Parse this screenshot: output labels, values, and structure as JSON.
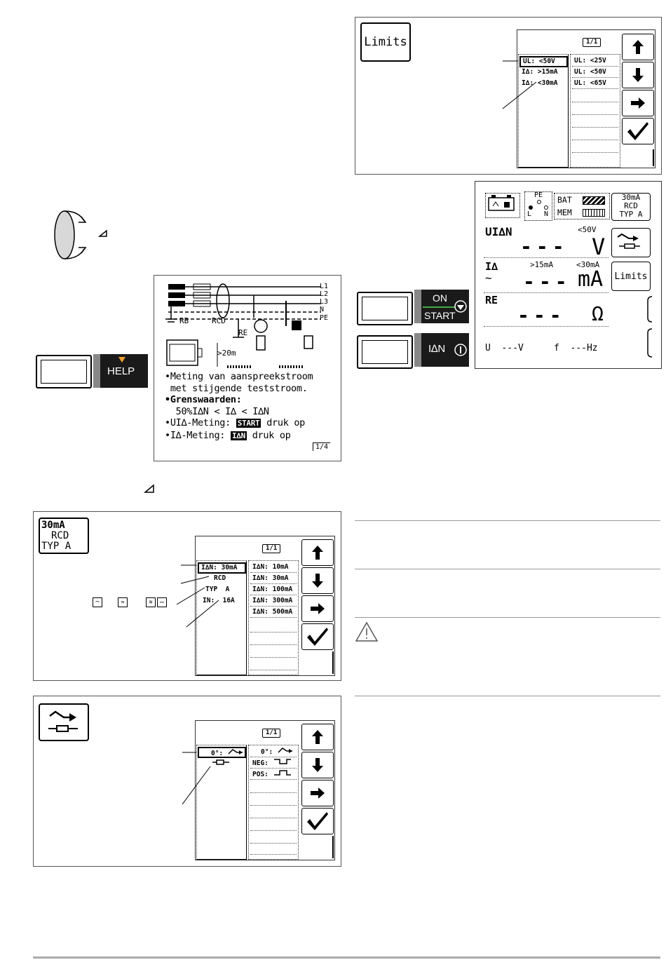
{
  "limits_panel": {
    "icon_label": "Limits",
    "page_indicator": "1/1",
    "selected_items": [
      "UL: <50V",
      "I∆: >15mA",
      "I∆: <30mA"
    ],
    "options": [
      "UL: <25V",
      "UL: <50V",
      "UL: <65V"
    ]
  },
  "measure_display": {
    "pe_label": "PE",
    "l_label": "L",
    "n_label": "N",
    "bat_label": "BAT",
    "mem_label": "MEM",
    "rcd_box": [
      "30mA",
      "RCD",
      "TYP A"
    ],
    "ui_label": "UI∆N",
    "ui_limit": "<50V",
    "ui_value": "---",
    "ui_unit": "V",
    "ia_label": "I∆",
    "ia_min": ">15mA",
    "ia_max": "<30mA",
    "ia_value": "---",
    "ia_unit": "mA",
    "limits_button": "Limits",
    "re_label": "RE",
    "re_value": "---",
    "re_unit": "Ω",
    "u_readout": "U  ---V",
    "f_readout": "f  ---Hz"
  },
  "keys": {
    "on_start_top": "ON",
    "on_start_bottom": "START",
    "ian_label": "I∆N",
    "help_label": "HELP"
  },
  "help_screen": {
    "phase_labels": [
      "L1",
      "L2",
      "L3",
      "N",
      "PE"
    ],
    "rb_label": "RB",
    "rcd_label": "RCD",
    "re_label": "RE",
    "distance_label": ">20m",
    "lines": [
      "•Meting van aanspreekstroom",
      " met stijgende teststroom.",
      "•Grenswaarden:",
      "  50%I∆N < I∆ < I∆N",
      "•UI∆-Meting:",
      "•I∆-Meting:"
    ],
    "start_chip": "START",
    "ian_chip": "I∆N",
    "press_text": "druk op",
    "page_indicator": "1/4"
  },
  "rcd_panel": {
    "icon_lines": [
      "30mA",
      "RCD",
      "TYP A"
    ],
    "page_indicator": "1/1",
    "selected_items": [
      "I∆N: 30mA",
      "RCD",
      "TYP  A",
      "IN:  16A"
    ],
    "options": [
      "I∆N: 10mA",
      "I∆N: 30mA",
      "I∆N: 100mA",
      "I∆N: 300mA",
      "I∆N: 500mA"
    ]
  },
  "wave_panel": {
    "page_indicator": "1/1",
    "selected_item": "0°:",
    "options": [
      "0°:",
      "NEG:",
      "POS:"
    ]
  }
}
